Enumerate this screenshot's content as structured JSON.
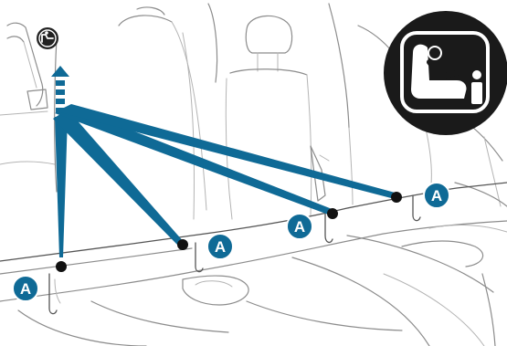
{
  "diagram": {
    "callout_letter": "A",
    "accent_color": "#0f6a96",
    "anchor_color": "#111111",
    "badge_color": "#1a1a1a",
    "icons": {
      "top_left_symbol": "child-seat-symbol-icon",
      "top_right_badge": "isofix-child-seat-icon",
      "arrow": "upward-dashed-arrow-icon"
    },
    "anchor_count": 4,
    "callout_count": 4
  }
}
